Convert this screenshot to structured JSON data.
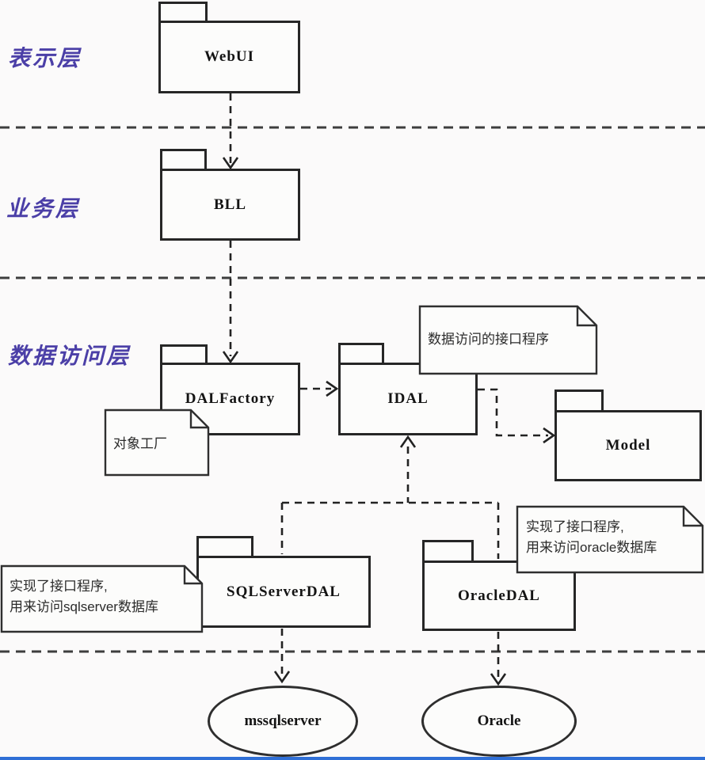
{
  "layers": {
    "presentation": "表示层",
    "business": "业务层",
    "data_access": "数据访问层"
  },
  "packages": {
    "webui": {
      "label": "WebUI"
    },
    "bll": {
      "label": "BLL"
    },
    "dalfactory": {
      "label": "DALFactory"
    },
    "idal": {
      "label": "IDAL"
    },
    "model": {
      "label": "Model"
    },
    "sqlserverdal": {
      "label": "SQLServerDAL"
    },
    "oracledal": {
      "label": "OracleDAL"
    }
  },
  "notes": {
    "idal": {
      "text": "数据访问的接口程序"
    },
    "factory": {
      "text": "对象工厂"
    },
    "sqlserver": {
      "line1": "实现了接口程序,",
      "line2": "用来访问sqlserver数据库"
    },
    "oracle": {
      "line1": "实现了接口程序,",
      "line2": "用来访问oracle数据库"
    }
  },
  "databases": {
    "mssqlserver": "mssqlserver",
    "oracle": "Oracle"
  },
  "colors": {
    "layer_label": "#4b3fa7",
    "line": "#262626",
    "bottom_bar": "#2f6fd6"
  }
}
